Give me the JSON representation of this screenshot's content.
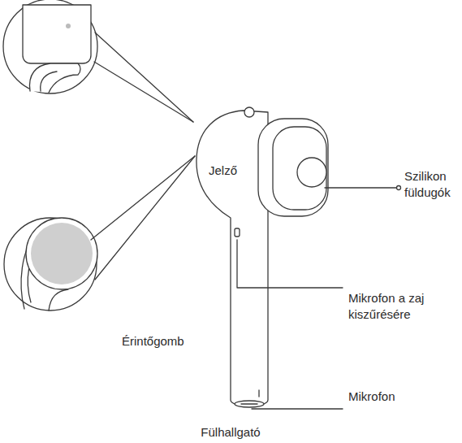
{
  "diagram": {
    "caption": "Fülhallgató",
    "labels": [
      "Jelző",
      "Érintőgomb",
      "Szilikon füldugók",
      "Mikrofon a zaj kiszűrésére",
      "Mikrofon"
    ]
  }
}
